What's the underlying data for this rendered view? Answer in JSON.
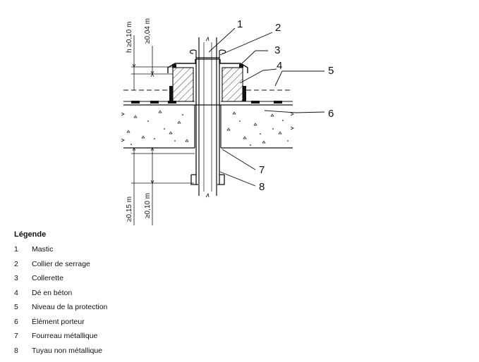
{
  "figure": {
    "callouts": [
      "1",
      "2",
      "3",
      "4",
      "5",
      "6",
      "7",
      "8"
    ],
    "dimensions": {
      "top_h": "h ≥0,10 m",
      "top_small": "≥0,04 m",
      "bottom_large": "≥0,15 m",
      "bottom_small": "≥0,10 m"
    }
  },
  "legend": {
    "title": "Légende",
    "items": [
      {
        "num": "1",
        "label": "Mastic"
      },
      {
        "num": "2",
        "label": "Collier de serrage"
      },
      {
        "num": "3",
        "label": "Collerette"
      },
      {
        "num": "4",
        "label": "Dé en béton"
      },
      {
        "num": "5",
        "label": "Niveau de la protection"
      },
      {
        "num": "6",
        "label": "Élément porteur"
      },
      {
        "num": "7",
        "label": "Fourreau métallique"
      },
      {
        "num": "8",
        "label": "Tuyau non métallique"
      }
    ]
  }
}
